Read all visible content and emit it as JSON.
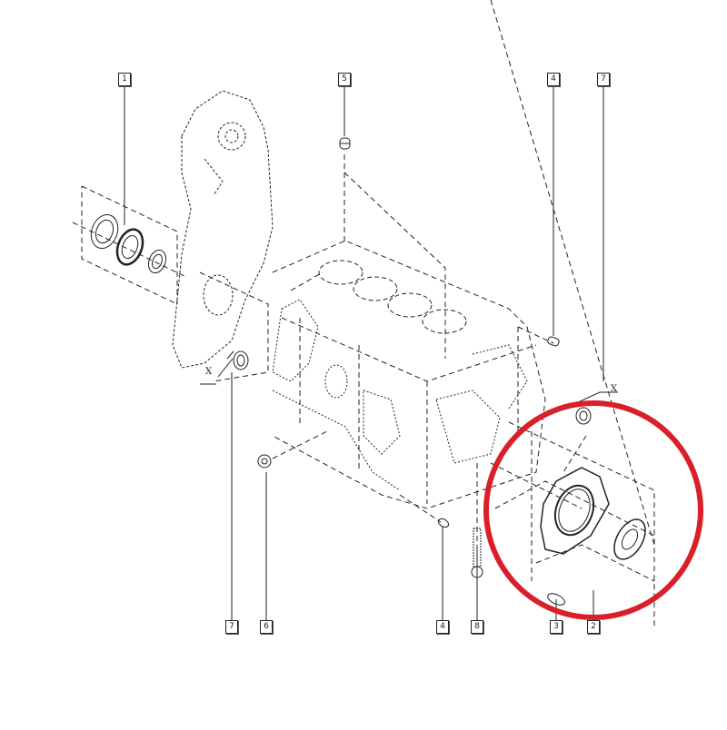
{
  "diagram": {
    "type": "exploded-parts-view",
    "subject": "engine cylinder block with timing cover, crankshaft seals and rear oil seal housing",
    "highlight": {
      "shape": "circle",
      "color": "#d9202a",
      "target_part": "2"
    },
    "line_color": "#222222",
    "background": "#ffffff"
  },
  "callouts": [
    {
      "id": "c1-top",
      "label": "1"
    },
    {
      "id": "c5-top",
      "label": "5"
    },
    {
      "id": "c4-top",
      "label": "4"
    },
    {
      "id": "c7-top",
      "label": "7"
    },
    {
      "id": "c7-bottom",
      "label": "7"
    },
    {
      "id": "c6-bottom",
      "label": "6"
    },
    {
      "id": "c4-bottom",
      "label": "4"
    },
    {
      "id": "c8-bottom",
      "label": "8"
    },
    {
      "id": "c3-bottom",
      "label": "3"
    },
    {
      "id": "c2-bottom",
      "label": "2"
    }
  ],
  "markers": {
    "left_x": "X",
    "right_x": "X"
  }
}
